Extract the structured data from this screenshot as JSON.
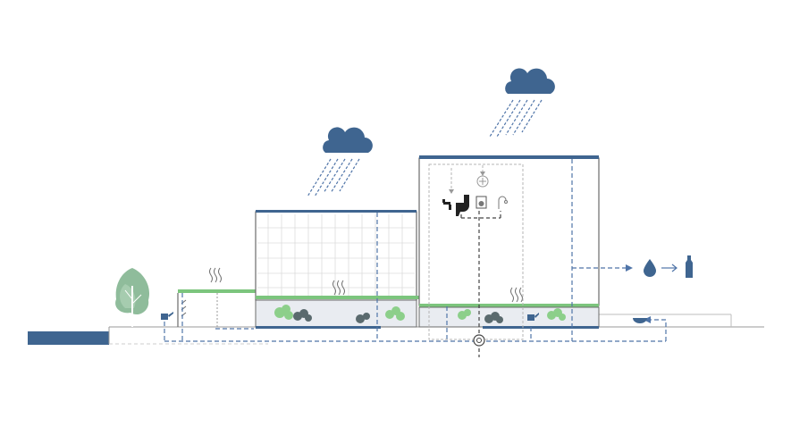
{
  "diagram": {
    "kind": "building-section-water-cycle",
    "labels": [],
    "colors": {
      "water_blue": "#3f6590",
      "dashed_blue": "#4f74a8",
      "roof_green": "#7cc57d",
      "plant_green": "#8ccf8a",
      "tree_green": "#7bb08a",
      "outline_gray": "#6b6b6b",
      "light_gray": "#c8c8c8",
      "planter_fill": "#e9ecf1"
    },
    "icons": [
      "rain-cloud-icon-left",
      "rain-cloud-icon-right",
      "water-drop-icon",
      "bottle-icon",
      "tap-icon",
      "toilet-icon",
      "washing-machine-icon",
      "shower-icon",
      "filter-icon",
      "watering-can-icon",
      "tree-icon",
      "bowl-icon",
      "evaporation-icon"
    ]
  }
}
